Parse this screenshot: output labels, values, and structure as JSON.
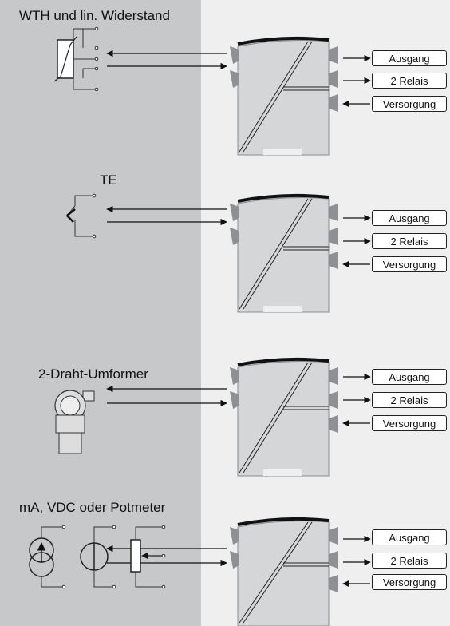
{
  "sections": [
    {
      "title": "WTH und lin. Widerstand",
      "outputs": [
        "Ausgang",
        "2 Relais",
        "Versorgung"
      ]
    },
    {
      "title": "TE",
      "outputs": [
        "Ausgang",
        "2 Relais",
        "Versorgung"
      ]
    },
    {
      "title": "2-Draht-Umformer",
      "outputs": [
        "Ausgang",
        "2 Relais",
        "Versorgung"
      ]
    },
    {
      "title": "mA, VDC oder Potmeter",
      "outputs": [
        "Ausgang",
        "2 Relais",
        "Versorgung"
      ]
    }
  ],
  "colors": {
    "left_panel": "#c6c8ca",
    "background": "#efeff0",
    "module": "#d5d6d8",
    "connector": "#8e9093"
  }
}
